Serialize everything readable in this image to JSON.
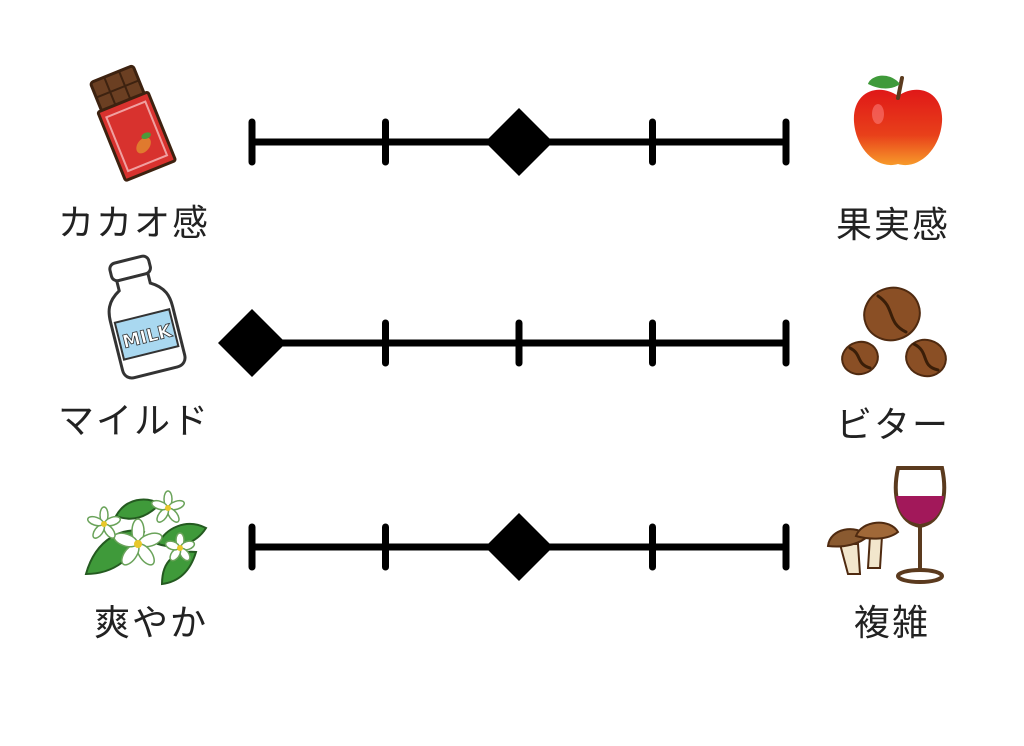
{
  "scales": [
    {
      "left_label": "カカオ感",
      "right_label": "果実感",
      "left_icon": "chocolate-bar-icon",
      "right_icon": "apple-icon",
      "steps": 5,
      "position": 3
    },
    {
      "left_label": "マイルド",
      "right_label": "ビター",
      "left_icon": "milk-bottle-icon",
      "right_icon": "coffee-beans-icon",
      "steps": 5,
      "position": 1
    },
    {
      "left_label": "爽やか",
      "right_label": "複雑",
      "left_icon": "white-flowers-icon",
      "right_icon": "wine-and-mushrooms-icon",
      "steps": 5,
      "position": 3
    }
  ],
  "colors": {
    "line": "#000000",
    "marker": "#000000",
    "text": "#222222"
  }
}
